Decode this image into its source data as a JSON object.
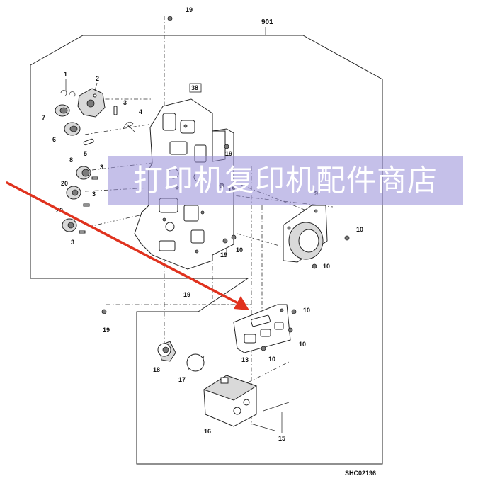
{
  "diagram": {
    "assembly_ref": "901",
    "frame_ref": "38",
    "doc_code": "SHC02196",
    "callouts": {
      "c1": "1",
      "c2": "2",
      "c3a": "3",
      "c4": "4",
      "c5": "5",
      "c6": "6",
      "c7": "7",
      "c8": "8",
      "c3b": "3",
      "c20a": "20",
      "c3c": "3",
      "c20b": "20",
      "c3d": "3",
      "c19top": "19",
      "c19a": "19",
      "c19b": "19",
      "c19c": "19",
      "c19d": "19",
      "c19e": "19",
      "c9": "9",
      "c10a": "10",
      "c10b": "10",
      "c10c": "10",
      "c10d": "10",
      "c10e": "10",
      "c10f": "10",
      "c13": "13",
      "c18": "18",
      "c17": "17",
      "c16": "16",
      "c15": "15"
    }
  },
  "watermark": {
    "text": "打印机复印机配件商店",
    "color": "#968cd7"
  },
  "arrow": {
    "color": "#e0321e"
  }
}
